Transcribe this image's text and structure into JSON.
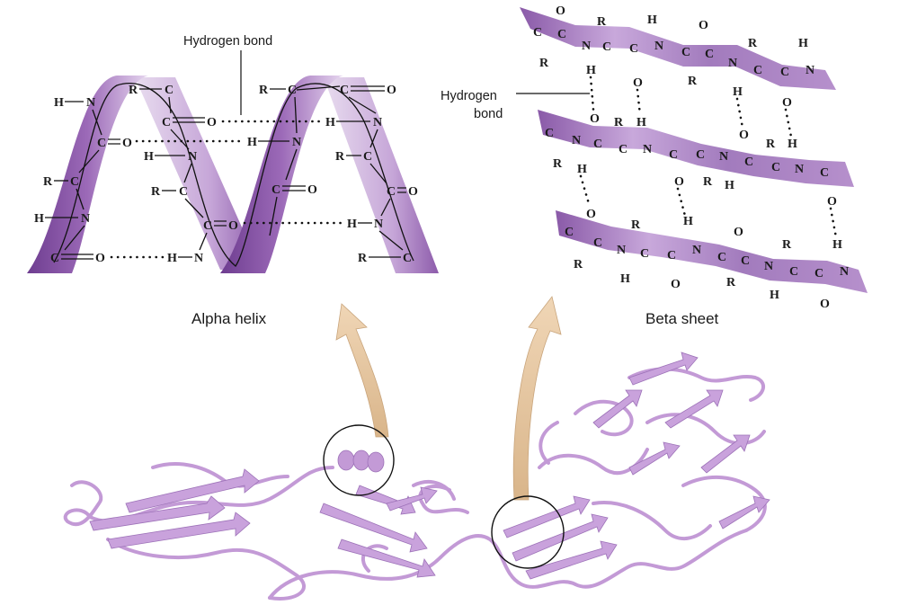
{
  "labels": {
    "hydrogen_bond_top": "Hydrogen bond",
    "hydrogen_bond_beta_line1": "Hydrogen",
    "hydrogen_bond_beta_line2": "bond",
    "alpha_helix": "Alpha helix",
    "beta_sheet": "Beta sheet"
  },
  "atoms": {
    "H": "H",
    "N": "N",
    "C": "C",
    "O": "O",
    "R": "R"
  },
  "colors": {
    "ribbon_dark": "#7a4a99",
    "ribbon_light": "#d9c2e6",
    "ribbon_mid": "#a97fc2",
    "protein": "#c39ad6",
    "arrow": "#e8c9a3",
    "text": "#1a1a1a"
  }
}
